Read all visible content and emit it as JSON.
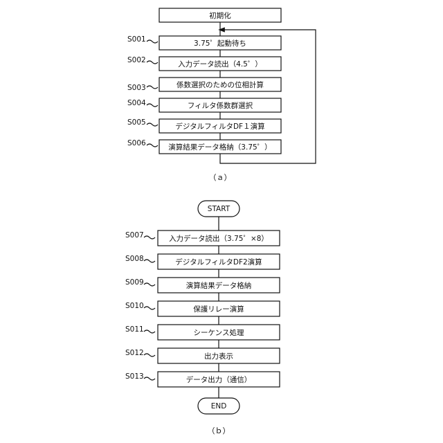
{
  "diagram_a": {
    "caption": "（ａ）",
    "init": "初期化",
    "steps": [
      {
        "id": "S001",
        "text": "3.75゜起動待ち"
      },
      {
        "id": "S002",
        "text": "入力データ読出（4.5゜）"
      },
      {
        "id": "S003",
        "text": "係数選択のための位相計算"
      },
      {
        "id": "S004",
        "text": "フィルタ係数群選択"
      },
      {
        "id": "S005",
        "text": "デジタルフィルタDF１演算"
      },
      {
        "id": "S006",
        "text": "演算結果データ格納（3.75゜）"
      }
    ]
  },
  "diagram_b": {
    "caption": "（ｂ）",
    "start": "START",
    "end": "END",
    "steps": [
      {
        "id": "S007",
        "text": "入力データ読出（3.75゜×8）"
      },
      {
        "id": "S008",
        "text": "デジタルフィルタDF2演算"
      },
      {
        "id": "S009",
        "text": "演算結果データ格納"
      },
      {
        "id": "S010",
        "text": "保護リレー演算"
      },
      {
        "id": "S011",
        "text": "シーケンス処理"
      },
      {
        "id": "S012",
        "text": "出力表示"
      },
      {
        "id": "S013",
        "text": "データ出力（通信）"
      }
    ]
  }
}
